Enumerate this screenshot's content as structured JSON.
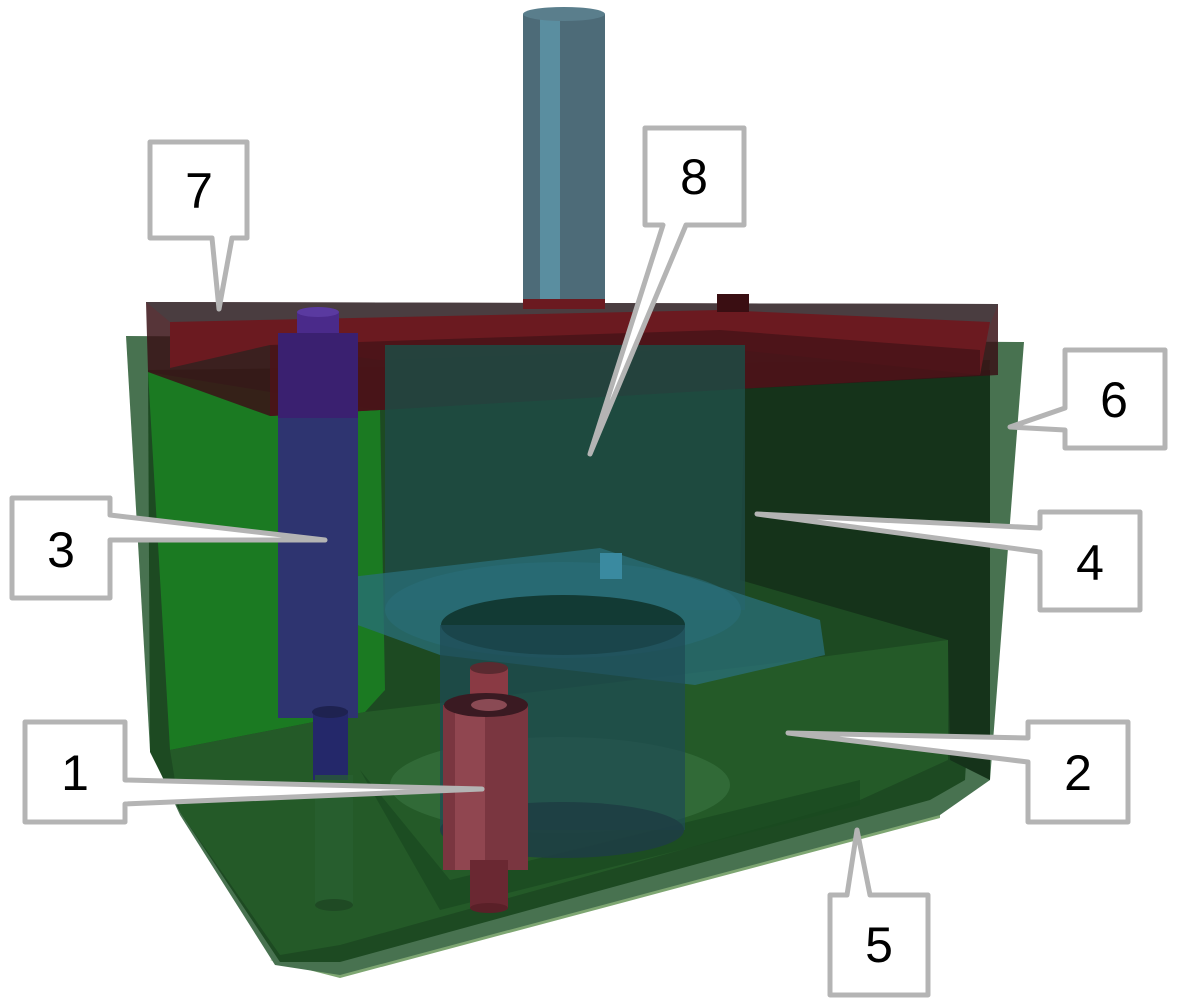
{
  "figure": {
    "type": "3d-cutaway-assembly",
    "components": [
      {
        "id": "1",
        "label": "1",
        "part": "red-cylindrical-pin",
        "color": "#8a3a44"
      },
      {
        "id": "2",
        "label": "2",
        "part": "green-inner-housing-base",
        "color": "#245a28"
      },
      {
        "id": "3",
        "label": "3",
        "part": "blue-vertical-post",
        "color": "#2e3470"
      },
      {
        "id": "4",
        "label": "4",
        "part": "green-inner-wall",
        "color": "#15331a"
      },
      {
        "id": "5",
        "label": "5",
        "part": "light-green-base-plate",
        "color": "#7ea672"
      },
      {
        "id": "6",
        "label": "6",
        "part": "outer-green-housing",
        "color": "#487250"
      },
      {
        "id": "7",
        "label": "7",
        "part": "red-lid",
        "color": "#6b1a20"
      },
      {
        "id": "8",
        "label": "8",
        "part": "teal-cylinder-cup",
        "color": "#1e4a44"
      }
    ],
    "colors": {
      "callout_border": "#b4b4b4",
      "callout_fill": "#ffffff",
      "callout_text": "#000000",
      "shaft": "#4d6b78",
      "bright_green": "#1b7a22",
      "dark_green": "#15331a",
      "outer_green": "#487250",
      "lid_red": "#6b1a20",
      "lid_top": "#4a3d40",
      "teal": "#2a6f7a",
      "blue_post": "#2e3470",
      "purple_cap": "#4a2a8a",
      "red_pin": "#8a3a44",
      "base_light": "#7ea672"
    }
  }
}
